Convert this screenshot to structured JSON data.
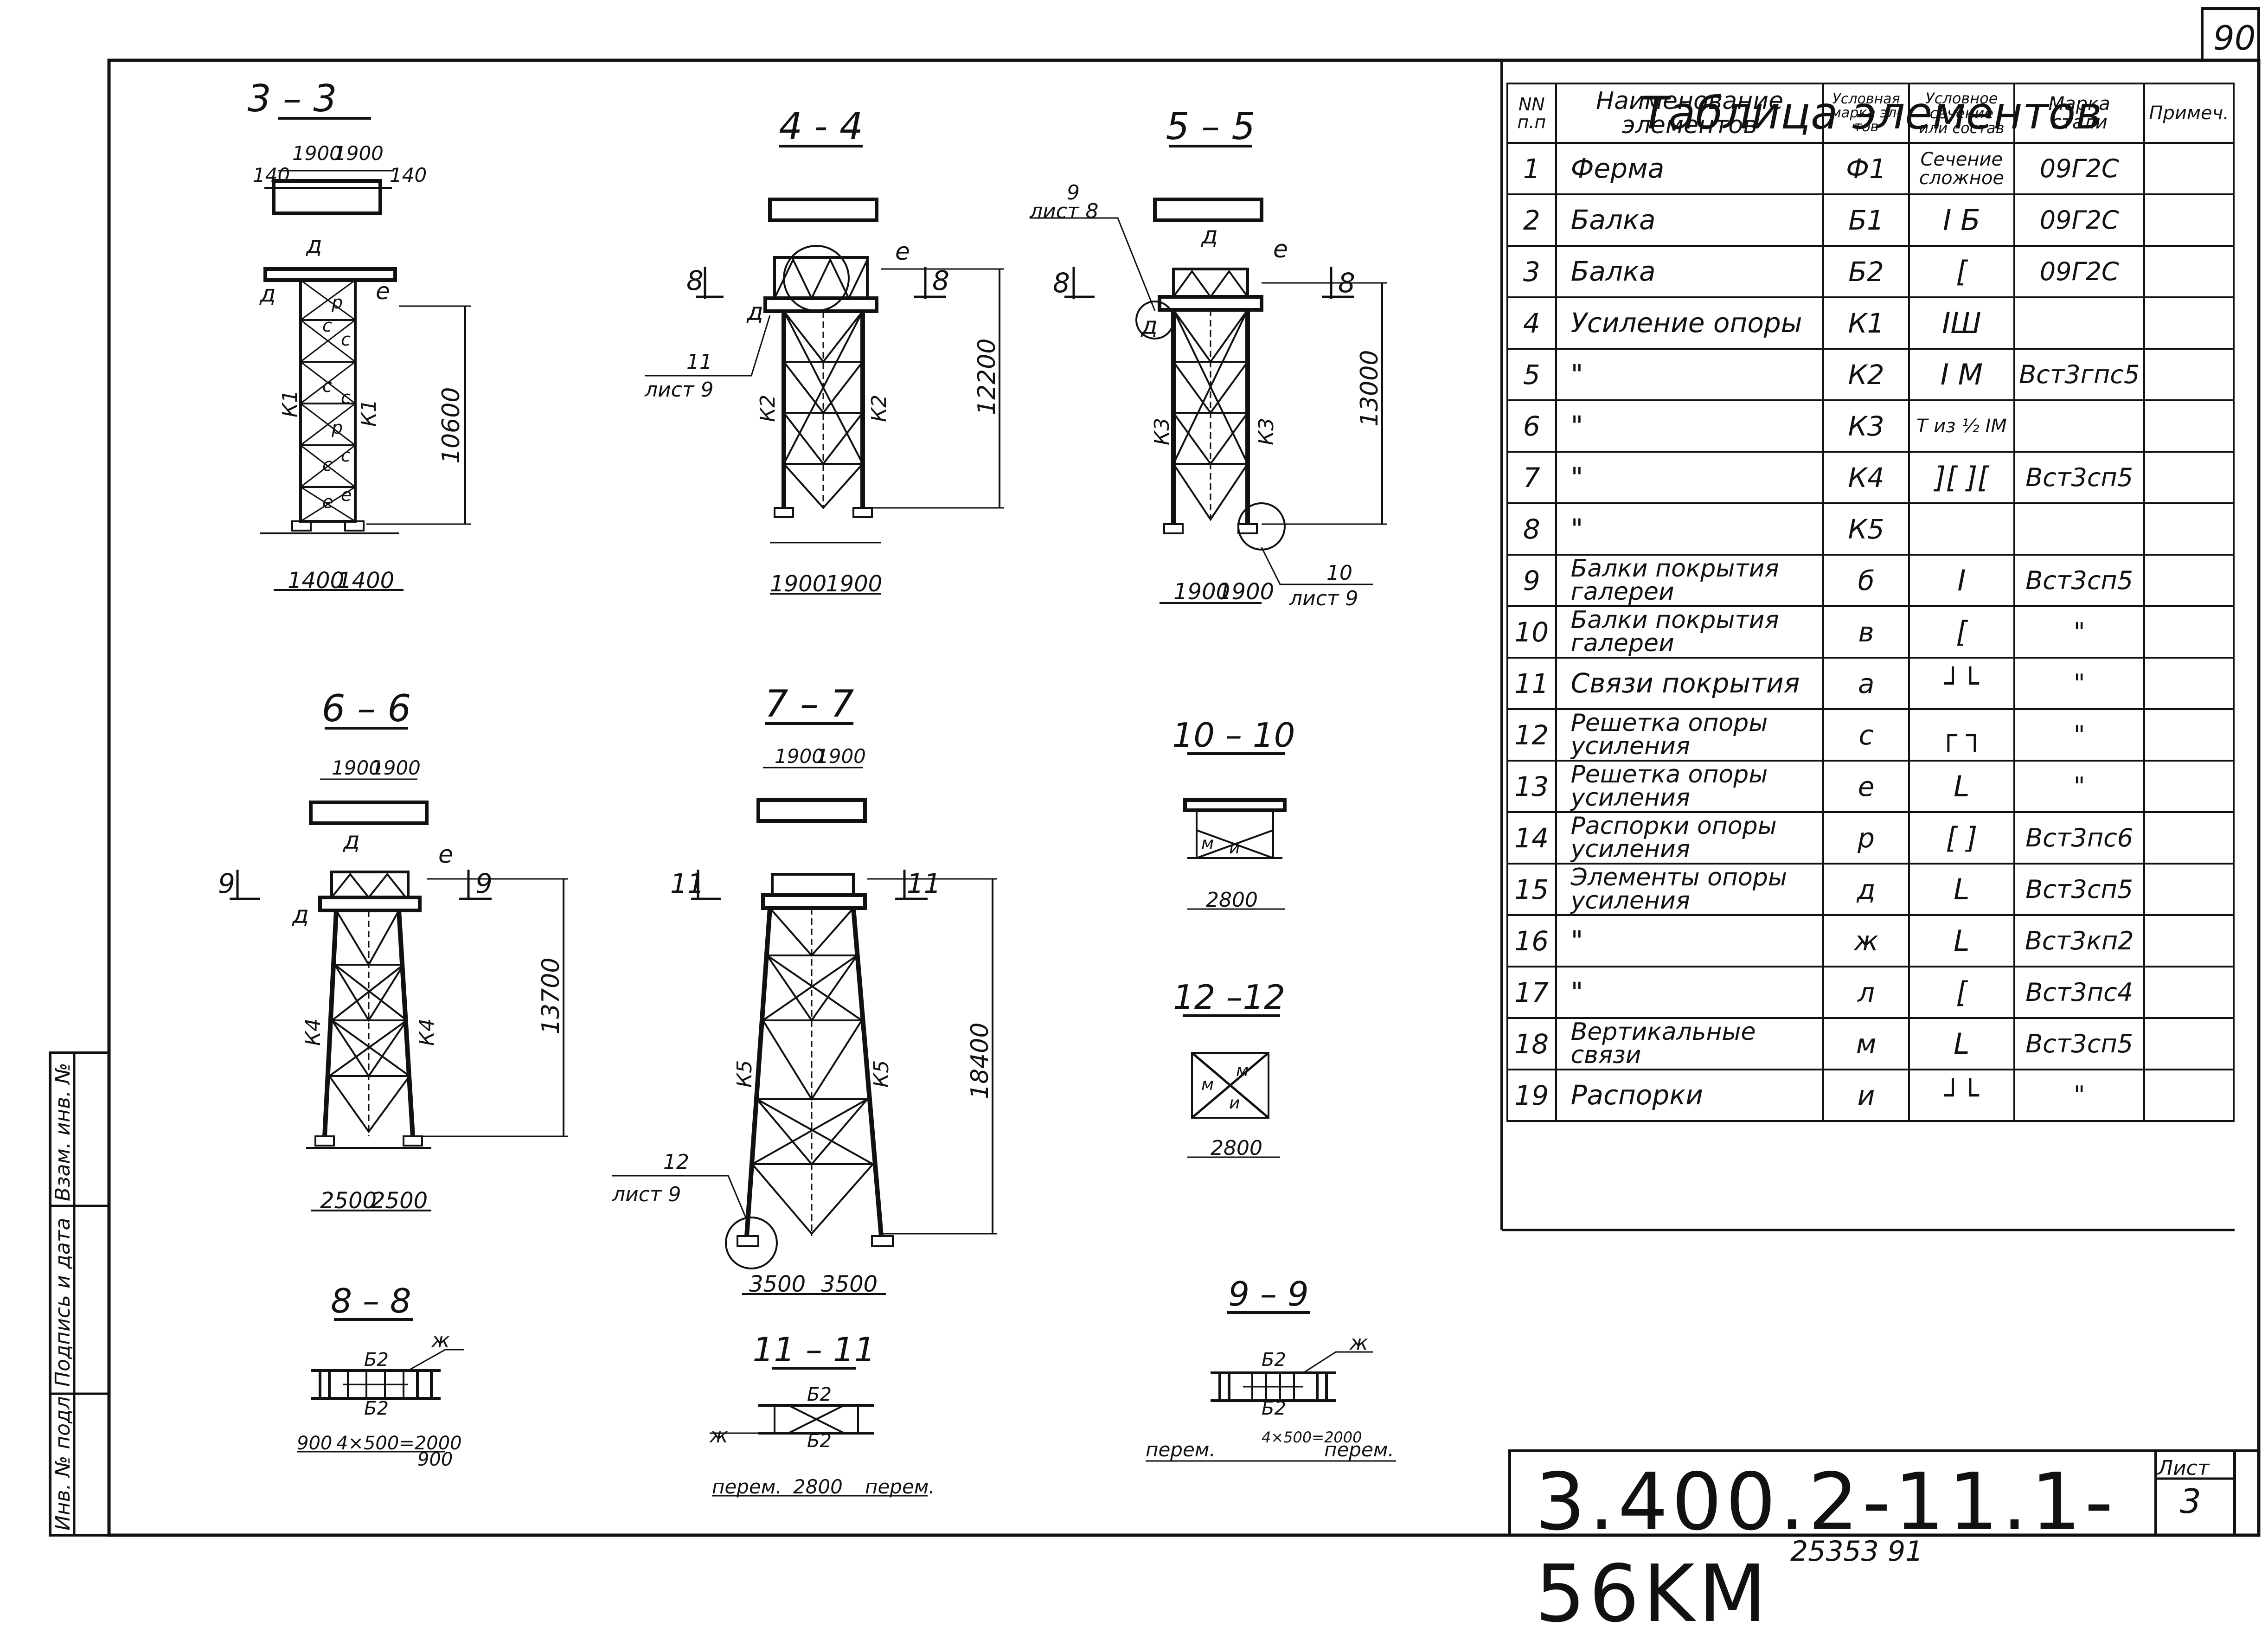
{
  "sheet": {
    "page_number": "90",
    "document_code": "3.400.2-11.1-56KM",
    "sheet_label": "Лист",
    "sheet_number": "3",
    "bottom_note": "25353 91",
    "side_stamp": [
      "Инв. № подл.",
      "Подпись и дата",
      "Взам. инв. №"
    ]
  },
  "sections": {
    "s33": {
      "title": "3 – 3",
      "dims_top": [
        "140",
        "1900",
        "1900",
        "140"
      ],
      "height": "10600",
      "dims_bottom": [
        "1400",
        "1400"
      ],
      "labels": [
        "д",
        "д",
        "е",
        "К1",
        "К1",
        "с",
        "с",
        "с",
        "с",
        "р",
        "р",
        "с",
        "с",
        "е",
        "е"
      ]
    },
    "s44": {
      "title": "4 - 4",
      "height": "12200",
      "dims_bottom": [
        "1900",
        "1900"
      ],
      "labels": [
        "8",
        "8",
        "д",
        "е",
        "К2",
        "К2"
      ],
      "callout": [
        "11",
        "лист 9"
      ]
    },
    "s55": {
      "title": "5 – 5",
      "height": "13000",
      "dims_bottom": [
        "1900",
        "1900"
      ],
      "labels": [
        "8",
        "8",
        "д",
        "е",
        "д",
        "К3",
        "К3"
      ],
      "callout_top": [
        "9",
        "лист 8"
      ],
      "callout_bottom": [
        "10",
        "лист 9"
      ]
    },
    "s66": {
      "title": "6 – 6",
      "dims_top": [
        "1900",
        "1900"
      ],
      "height": "13700",
      "dims_bottom": [
        "2500",
        "2500"
      ],
      "labels": [
        "9",
        "9",
        "д",
        "е",
        "д",
        "К4",
        "К4"
      ]
    },
    "s77": {
      "title": "7 – 7",
      "dims_top": [
        "1900",
        "1900"
      ],
      "height": "18400",
      "dims_bottom": [
        "3500",
        "3500"
      ],
      "labels": [
        "11",
        "11",
        "К5",
        "К5"
      ],
      "callout": [
        "12",
        "лист 9"
      ]
    },
    "s1010": {
      "title": "10 – 10",
      "dim": "2800",
      "labels": [
        "м",
        "и"
      ]
    },
    "s1212": {
      "title": "12 –12",
      "dim": "2800",
      "labels": [
        "м",
        "м",
        "и"
      ]
    },
    "s88": {
      "title": "8 – 8",
      "labels": [
        "Б2",
        "Б2",
        "ж"
      ],
      "dims": [
        "900",
        "4×500=2000",
        "900"
      ]
    },
    "s1111": {
      "title": "11 – 11",
      "labels": [
        "Б2",
        "Б2",
        "ж"
      ],
      "dims": [
        "перем.",
        "2800",
        "перем."
      ]
    },
    "s99": {
      "title": "9 – 9",
      "labels": [
        "Б2",
        "Б2",
        "ж"
      ],
      "dims": [
        "перем.",
        "4×500=2000",
        "перем."
      ]
    }
  },
  "table": {
    "title": "Таблица элементов",
    "headers": [
      "NN п.п",
      "Наименование элементов",
      "Условная марка эл-тов",
      "Условное сечение или состав",
      "Марка стали",
      "Примеч."
    ],
    "rows": [
      {
        "n": "1",
        "name": "Ферма",
        "mark": "Ф1",
        "section": "Сечение сложное",
        "steel": "09Г2С",
        "note": ""
      },
      {
        "n": "2",
        "name": "Балка",
        "mark": "Б1",
        "section": "I Б",
        "steel": "09Г2С",
        "note": ""
      },
      {
        "n": "3",
        "name": "Балка",
        "mark": "Б2",
        "section": "[",
        "steel": "09Г2С",
        "note": ""
      },
      {
        "n": "4",
        "name": "Усиление опоры",
        "mark": "К1",
        "section": "IШ",
        "steel": "",
        "note": ""
      },
      {
        "n": "5",
        "name": "\"",
        "mark": "К2",
        "section": "I М",
        "steel": "Вст3гпс5",
        "note": ""
      },
      {
        "n": "6",
        "name": "\"",
        "mark": "К3",
        "section": "T из ½ IМ",
        "steel": "",
        "note": ""
      },
      {
        "n": "7",
        "name": "\"",
        "mark": "К4",
        "section": "][ ][",
        "steel": "Вст3сп5",
        "note": ""
      },
      {
        "n": "8",
        "name": "\"",
        "mark": "К5",
        "section": "",
        "steel": "",
        "note": ""
      },
      {
        "n": "9",
        "name": "Балки покрытия галереи",
        "mark": "б",
        "section": "I",
        "steel": "Вст3сп5",
        "note": ""
      },
      {
        "n": "10",
        "name": "Балки покрытия галереи",
        "mark": "в",
        "section": "[",
        "steel": "\"",
        "note": ""
      },
      {
        "n": "11",
        "name": "Связи покрытия",
        "mark": "а",
        "section": "┘└",
        "steel": "\"",
        "note": ""
      },
      {
        "n": "12",
        "name": "Решетка опоры усиления",
        "mark": "с",
        "section": "┌ ┐",
        "steel": "\"",
        "note": ""
      },
      {
        "n": "13",
        "name": "Решетка опоры усиления",
        "mark": "е",
        "section": "L",
        "steel": "\"",
        "note": ""
      },
      {
        "n": "14",
        "name": "Распорки опоры усиления",
        "mark": "р",
        "section": "[ ]",
        "steel": "Вст3пс6",
        "note": ""
      },
      {
        "n": "15",
        "name": "Элементы опоры усиления",
        "mark": "д",
        "section": "L",
        "steel": "Вст3сп5",
        "note": ""
      },
      {
        "n": "16",
        "name": "\"",
        "mark": "ж",
        "section": "L",
        "steel": "Вст3кп2",
        "note": ""
      },
      {
        "n": "17",
        "name": "\"",
        "mark": "л",
        "section": "[",
        "steel": "Вст3пс4",
        "note": ""
      },
      {
        "n": "18",
        "name": "Вертикальные связи",
        "mark": "м",
        "section": "L",
        "steel": "Вст3сп5",
        "note": ""
      },
      {
        "n": "19",
        "name": "Распорки",
        "mark": "и",
        "section": "┘└",
        "steel": "\"",
        "note": ""
      }
    ]
  }
}
